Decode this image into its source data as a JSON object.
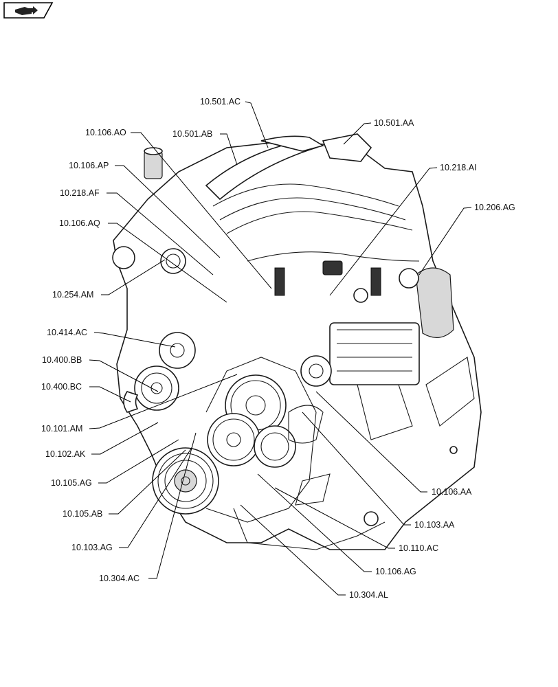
{
  "labels": {
    "l_501_ac": "10.501.AC",
    "l_501_ab": "10.501.AB",
    "l_501_aa": "10.501.AA",
    "l_106_ao": "10.106.AO",
    "l_106_ap": "10.106.AP",
    "l_218_af": "10.218.AF",
    "l_218_ai": "10.218.AI",
    "l_206_ag": "10.206.AG",
    "l_106_aq": "10.106.AQ",
    "l_254_am": "10.254.AM",
    "l_414_ac": "10.414.AC",
    "l_400_bb": "10.400.BB",
    "l_400_bc": "10.400.BC",
    "l_101_am": "10.101.AM",
    "l_102_ak": "10.102.AK",
    "l_105_ag": "10.105.AG",
    "l_105_ab": "10.105.AB",
    "l_103_ag": "10.103.AG",
    "l_304_ac": "10.304.AC",
    "l_106_aa": "10.106.AA",
    "l_103_aa": "10.103.AA",
    "l_110_ac": "10.110.AC",
    "l_106_ag": "10.106.AG",
    "l_304_al": "10.304.AL"
  },
  "icons": {
    "nav": "book-arrow-icon"
  }
}
